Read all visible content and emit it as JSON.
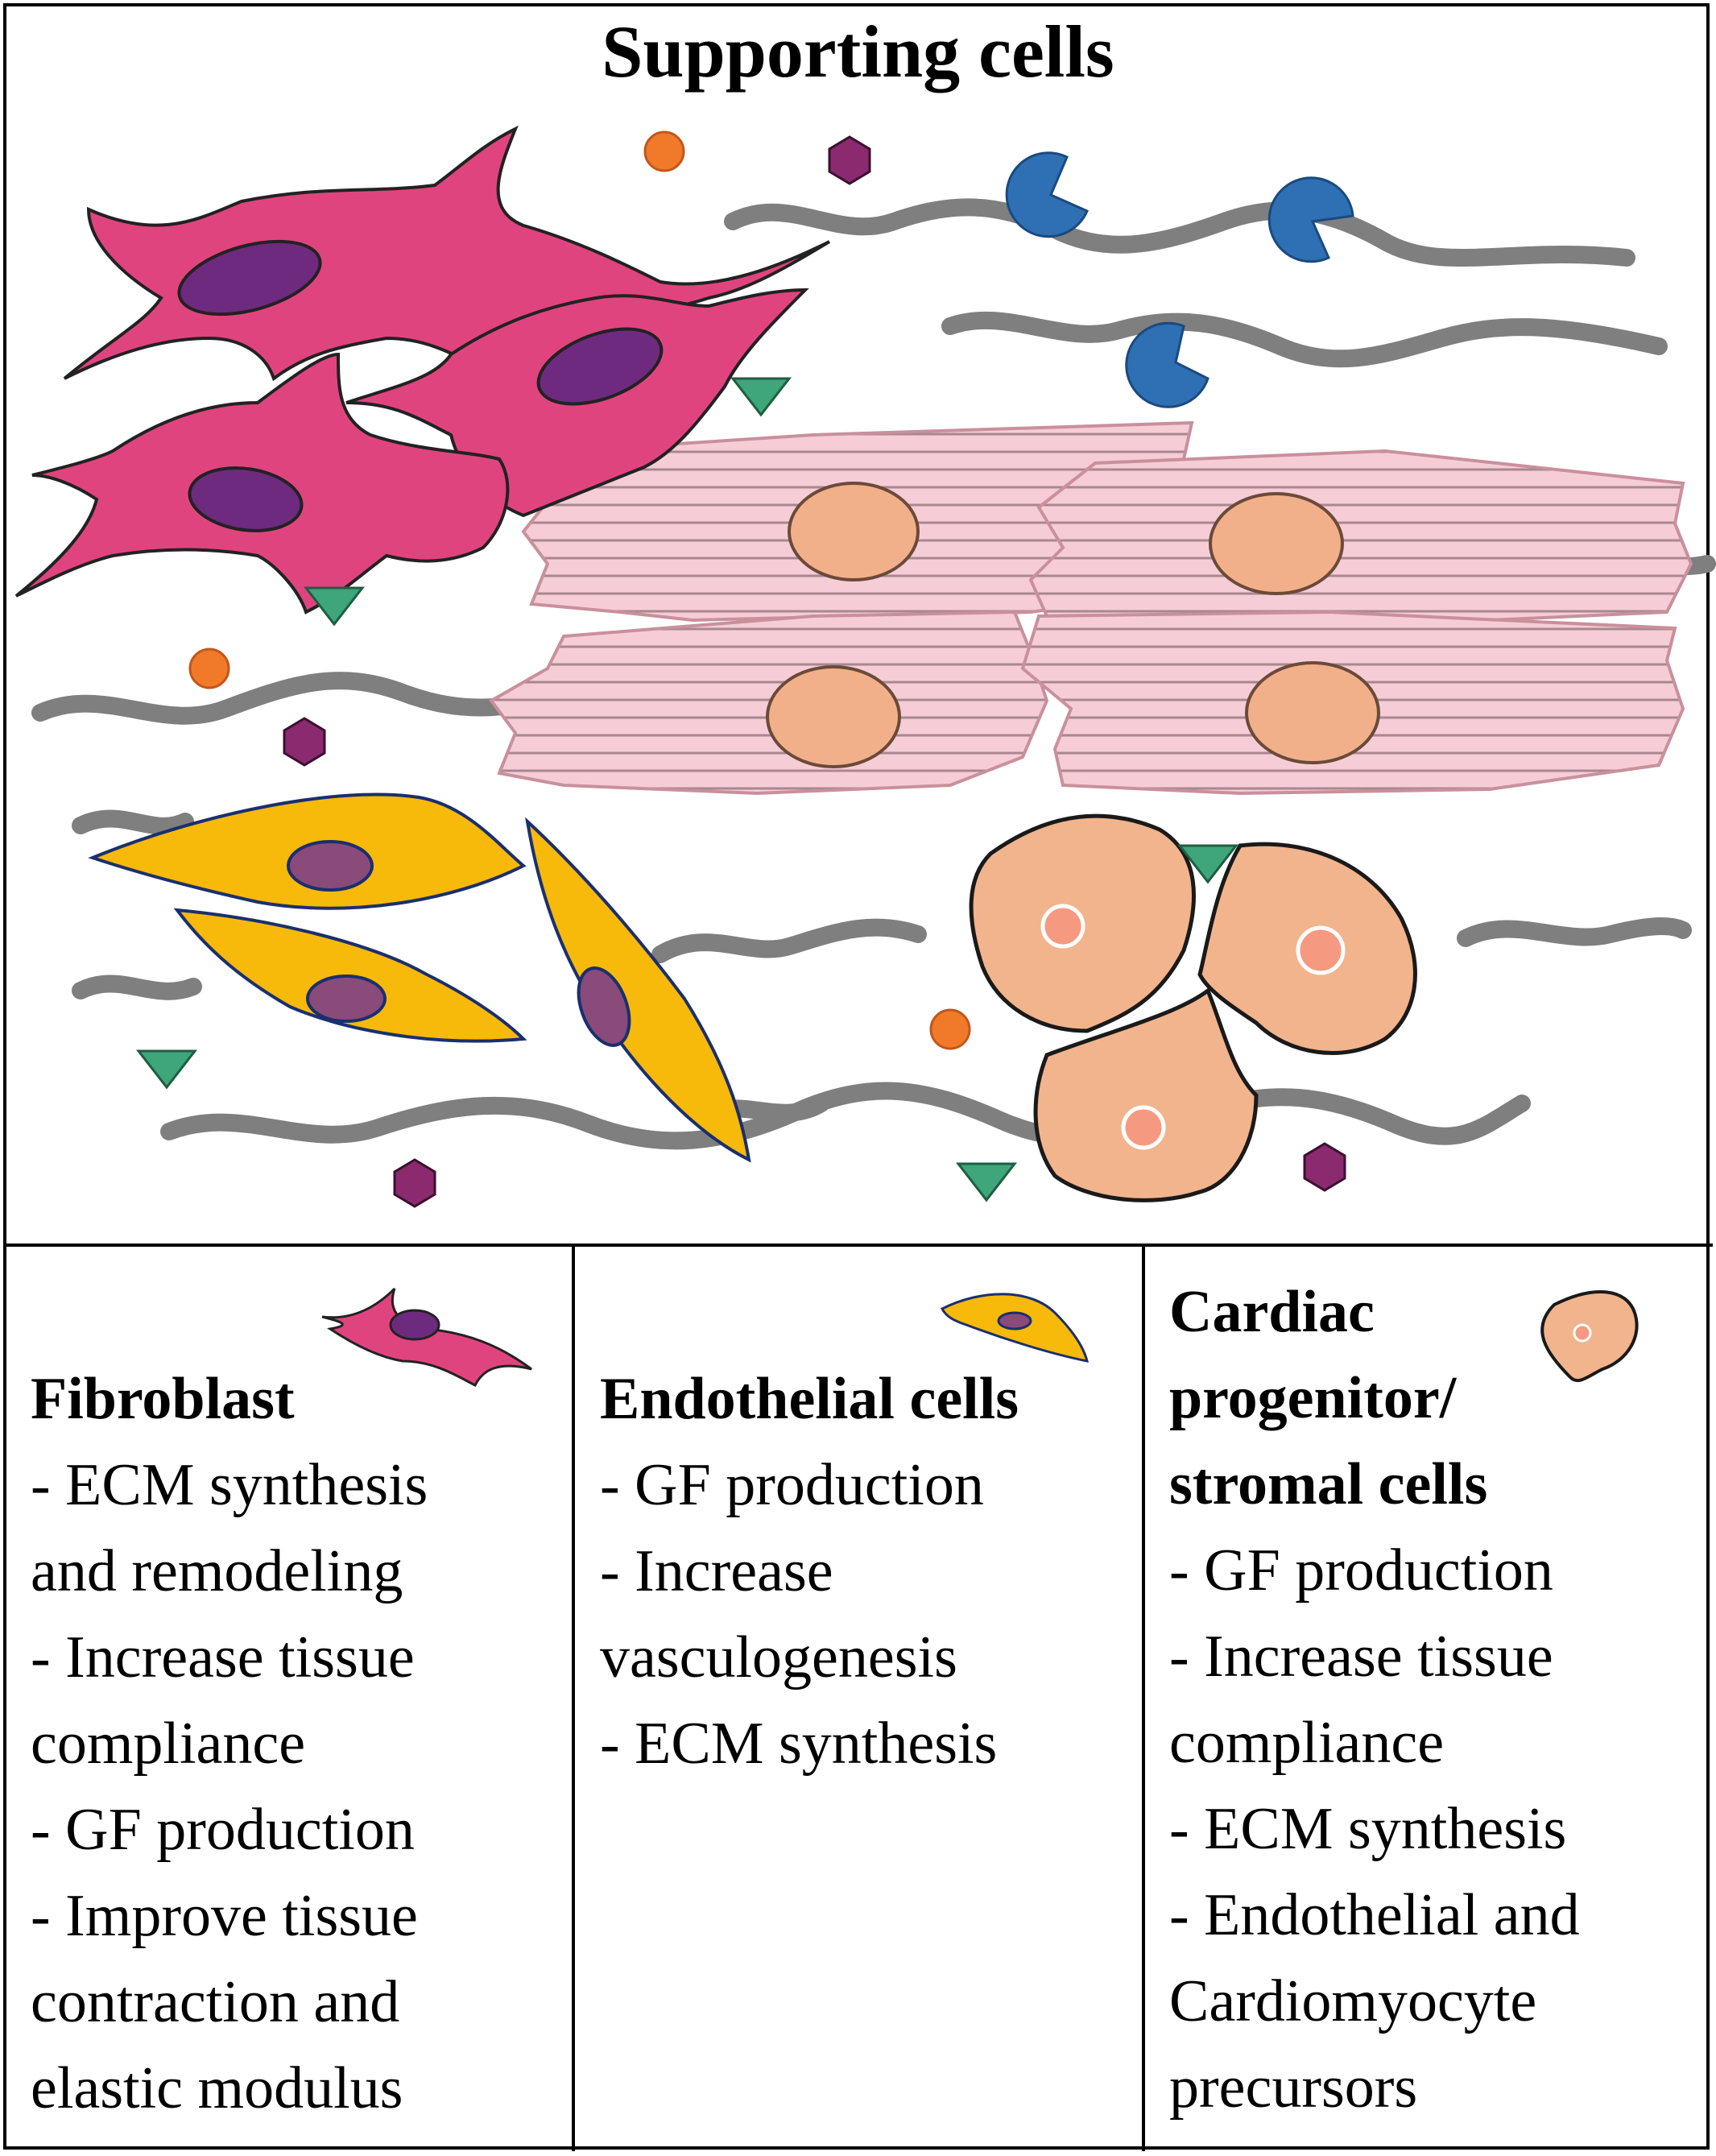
{
  "title": "Supporting cells",
  "columns": [
    {
      "heading": [
        "Fibroblast"
      ],
      "lines": [
        "- ECM synthesis",
        "and remodeling",
        "- Increase tissue",
        "compliance",
        "- GF production",
        "- Improve tissue",
        "contraction and",
        "elastic modulus"
      ],
      "icon": "fibroblast-cell-icon"
    },
    {
      "heading": [
        "Endothelial cells"
      ],
      "lines": [
        "- GF production",
        "- Increase",
        "vasculogenesis",
        "- ECM synthesis"
      ],
      "icon": "endothelial-cell-icon"
    },
    {
      "heading": [
        "Cardiac",
        "progenitor/",
        "stromal cells"
      ],
      "lines": [
        "- GF production",
        "- Increase tissue",
        "compliance",
        "- ECM synthesis",
        "- Endothelial and",
        "Cardiomyocyte",
        "precursors"
      ],
      "icon": "progenitor-cell-icon"
    }
  ],
  "colors": {
    "fibroblast": "#e0447f",
    "fibroblast_nucleus": "#6e2a7e",
    "endothelial": "#f7b90a",
    "cardiomyocyte": "#f6cdd6",
    "cardiomyocyte_nucleus": "#f2b08a",
    "progenitor": "#f2b48c",
    "ecm_fiber": "#7f7f7f",
    "growth_factor_blue": "#2f6fb3",
    "growth_factor_green": "#3fa57a",
    "molecule_purple": "#8b2a6e",
    "molecule_orange": "#f07a2a"
  }
}
